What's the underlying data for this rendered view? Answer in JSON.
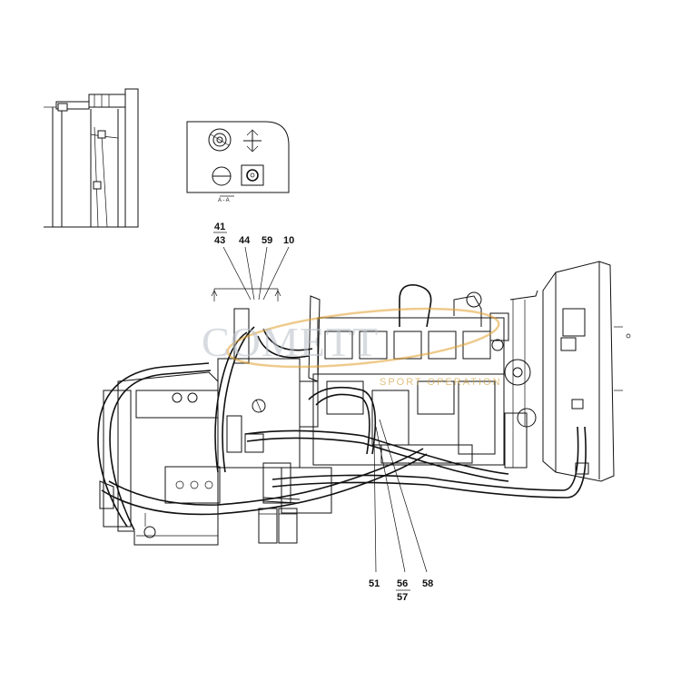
{
  "watermark": {
    "text": "COMETT",
    "subtext": "SPORT OPERATION"
  },
  "section_label": "A - A",
  "callouts": {
    "c41": "41",
    "c43": "43",
    "c44": "44",
    "c59": "59",
    "c10": "10",
    "c51": "51",
    "c56": "56",
    "c57": "57",
    "c58": "58"
  },
  "colors": {
    "line": "#111111",
    "watermark_gray": "#b8bec7",
    "watermark_orange": "#e0a030"
  }
}
